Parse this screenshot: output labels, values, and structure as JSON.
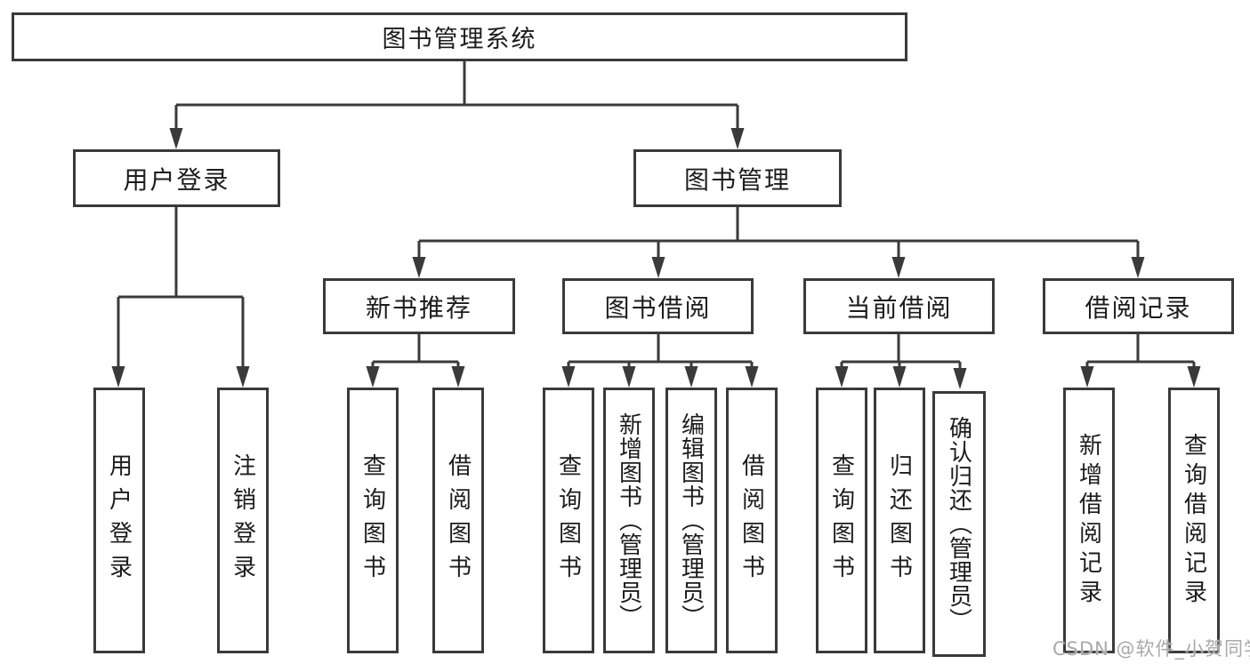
{
  "tree": {
    "root": {
      "label": "图书管理系统"
    },
    "branches": [
      {
        "label": "用户登录",
        "children": [
          {
            "label": "用户登录"
          },
          {
            "label": "注销登录"
          }
        ]
      },
      {
        "label": "图书管理",
        "children": [
          {
            "label": "新书推荐",
            "children": [
              {
                "label": "查询图书"
              },
              {
                "label": "借阅图书"
              }
            ]
          },
          {
            "label": "图书借阅",
            "children": [
              {
                "label": "查询图书"
              },
              {
                "label": "新增图书（管理员）"
              },
              {
                "label": "编辑图书（管理员）"
              },
              {
                "label": "借阅图书"
              }
            ]
          },
          {
            "label": "当前借阅",
            "children": [
              {
                "label": "查询图书"
              },
              {
                "label": "归还图书"
              },
              {
                "label": "确认归还（管理员）"
              }
            ]
          },
          {
            "label": "借阅记录",
            "children": [
              {
                "label": "新增借阅记录"
              },
              {
                "label": "查询借阅记录"
              }
            ]
          }
        ]
      }
    ]
  },
  "watermark": {
    "text": "CSDN @软件_小贺同学"
  },
  "colors": {
    "line": "#3a3a3a",
    "text": "#1c1c1c",
    "background": "#ffffff",
    "watermark": "#a9a9a9"
  }
}
